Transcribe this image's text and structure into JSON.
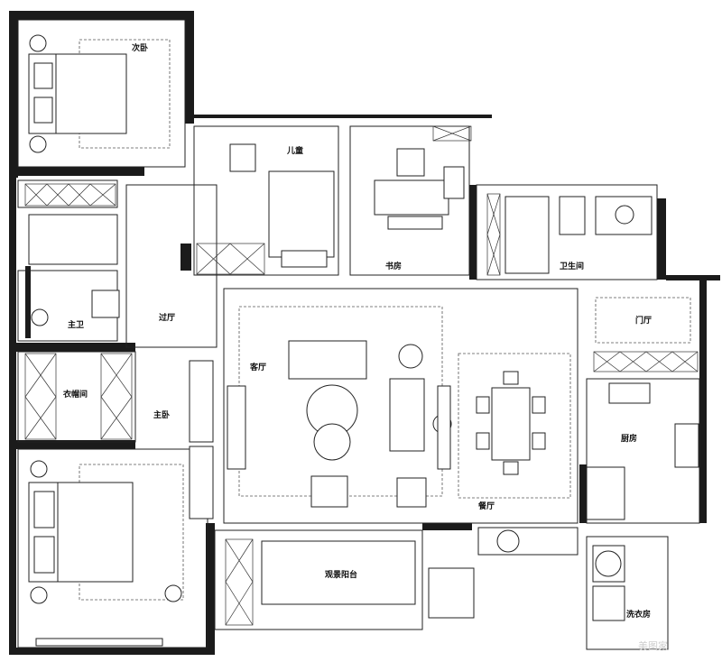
{
  "rooms": {
    "second_bedroom": "次卧",
    "kids_room": "儿童",
    "study": "书房",
    "guest_bath": "卫生间",
    "master_bath": "主卫",
    "corridor": "过厅",
    "entrance": "门厅",
    "living_room": "客厅",
    "closet": "衣帽间",
    "master_bedroom": "主卧",
    "kitchen": "厨房",
    "dining_room": "餐厅",
    "balcony": "观景阳台",
    "laundry": "洗衣房"
  },
  "watermark": "美图家"
}
